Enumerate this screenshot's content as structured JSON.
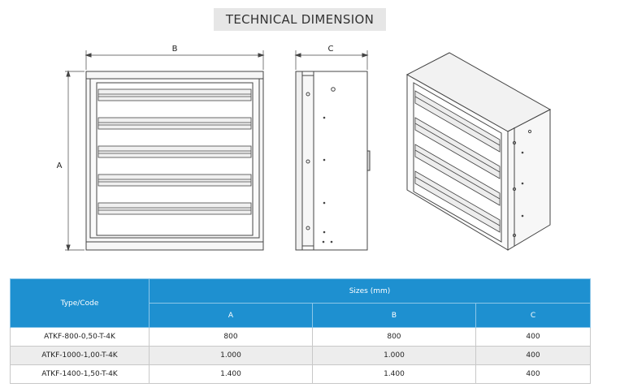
{
  "title": "TECHNICAL DIMENSION",
  "dimensions": {
    "a": "A",
    "b": "B",
    "c": "C"
  },
  "table": {
    "type_header": "Type/Code",
    "sizes_header": "Sizes (mm)",
    "columns": [
      "A",
      "B",
      "C"
    ],
    "rows": [
      {
        "code": "ATKF-800-0,50-T-4K",
        "a": "800",
        "b": "800",
        "c": "400"
      },
      {
        "code": "ATKF-1000-1,00-T-4K",
        "a": "1.000",
        "b": "1.000",
        "c": "400"
      },
      {
        "code": "ATKF-1400-1,50-T-4K",
        "a": "1.400",
        "b": "1.400",
        "c": "400"
      }
    ]
  },
  "colors": {
    "header_blue": "#1e90d0",
    "title_bg": "#e6e6e6",
    "row_alt": "#ededed"
  }
}
